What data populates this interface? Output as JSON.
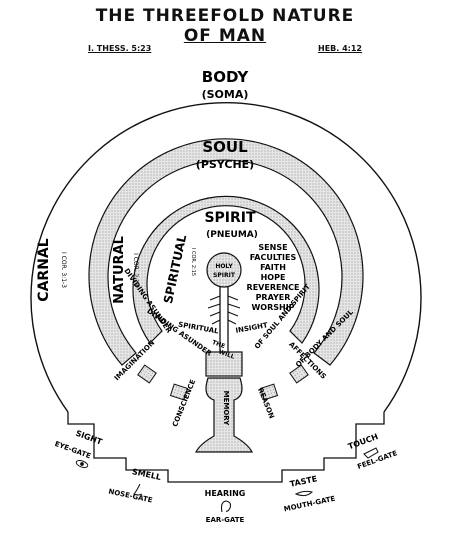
{
  "title_line1": "THE THREEFOLD NATURE",
  "title_line2": "OF MAN",
  "ref_left": "I. THESS. 5:23",
  "ref_right": "HEB. 4:12",
  "body": {
    "name": "BODY",
    "greek": "(SOMA)"
  },
  "soul": {
    "name": "SOUL",
    "greek": "(PSYCHE)"
  },
  "spirit": {
    "name": "SPIRIT",
    "greek": "(PNEUMA)"
  },
  "carnal": {
    "label": "CARNAL",
    "ref": "I COR. 3:1-3"
  },
  "natural": {
    "label": "NATURAL",
    "ref": "I COR. 2:14"
  },
  "spiritual": {
    "label": "SPIRITUAL",
    "ref": "I COR. 2:15"
  },
  "holy_spirit": [
    "HOLY",
    "SPIRIT"
  ],
  "faculties": [
    "SENSE",
    "FACULTIES",
    "FAITH",
    "HOPE",
    "REVERENCE",
    "PRAYER",
    "WORSHIP"
  ],
  "band_spirit": {
    "left": "DIVIDING ASUNDER",
    "mid_left": "SPIRITUAL",
    "mid_right": "INSIGHT",
    "right": "OF SOUL AND SPIRIT"
  },
  "band_soul": {
    "left": "DIVIDING ASUNDER",
    "right": "OF BODY AND SOUL"
  },
  "the_will": [
    "THE",
    "WILL"
  ],
  "memory": "MEMORY",
  "soul_faculties": [
    "IMAGINATION",
    "CONSCIENCE",
    "REASON",
    "AFFECTIONS"
  ],
  "gates": [
    {
      "sense": "SIGHT",
      "gate": "EYE-GATE"
    },
    {
      "sense": "SMELL",
      "gate": "NOSE-GATE"
    },
    {
      "sense": "HEARING",
      "gate": "EAR-GATE"
    },
    {
      "sense": "TASTE",
      "gate": "MOUTH-GATE"
    },
    {
      "sense": "TOUCH",
      "gate": "FEEL-GATE"
    }
  ],
  "colors": {
    "ink": "#111111",
    "band": "#d2d2d2",
    "paper": "#ffffff"
  }
}
